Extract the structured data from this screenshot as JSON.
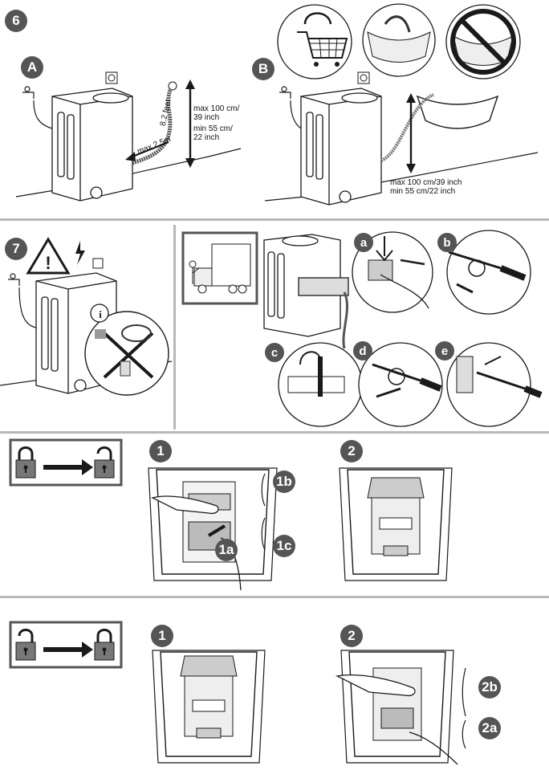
{
  "step6": {
    "number": "6",
    "panel_a": {
      "label": "A",
      "hose_length": "max 2,5m",
      "hose_length_feet": "8.2 feet",
      "height_max": "max 100 cm/",
      "height_max_in": "39 inch",
      "height_min": "min 55 cm/",
      "height_min_in": "22 inch"
    },
    "panel_b": {
      "label": "B",
      "height_max": "max 100 cm/39 inch",
      "height_min": "min 55 cm/22 inch"
    }
  },
  "step7": {
    "number": "7",
    "info_symbol": "i",
    "transport": {
      "sub_a": "a",
      "sub_b": "b",
      "sub_c": "c",
      "sub_d": "d",
      "sub_e": "e"
    }
  },
  "drum_unlock": {
    "step1": "1",
    "step2": "2",
    "label_1a": "1a",
    "label_1b": "1b",
    "label_1c": "1c"
  },
  "drum_lock": {
    "step1": "1",
    "step2": "2",
    "label_2a": "2a",
    "label_2b": "2b"
  },
  "icons": [
    "socket-icon",
    "faucet-icon",
    "warning-triangle-icon",
    "lightning-icon",
    "shopping-cart-icon",
    "no-symbol-icon",
    "padlock-closed-icon",
    "padlock-open-icon",
    "arrow-right-icon",
    "truck-icon",
    "screwdriver-icon",
    "hand-icon"
  ],
  "colors": {
    "badge": "#555555",
    "divider": "#b8b8b8",
    "line": "#1a1a1a"
  }
}
